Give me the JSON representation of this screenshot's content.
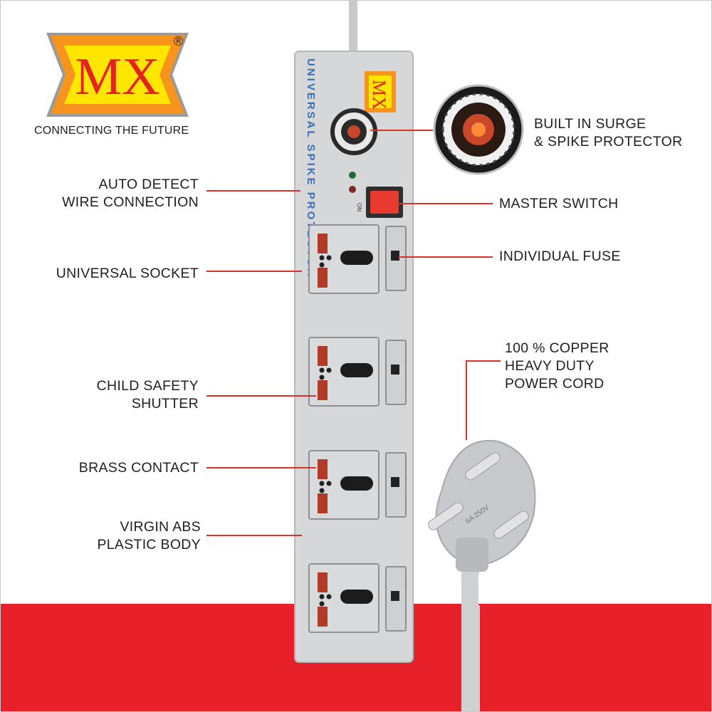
{
  "brand": {
    "logo_text": "MX",
    "registered_mark": "®",
    "tagline": "CONNECTING THE FUTURE"
  },
  "product_print": {
    "vertical_text": "UNIVERSAL SPIKE PROTECTOR",
    "switch_marking": "ON",
    "plug_marking": "6A 250V"
  },
  "callouts_left": {
    "auto_detect": [
      "AUTO DETECT",
      "WIRE CONNECTION"
    ],
    "universal_socket": "UNIVERSAL SOCKET",
    "child_safety": [
      "CHILD SAFETY",
      "SHUTTER"
    ],
    "brass_contact": "BRASS CONTACT",
    "virgin_abs": [
      "VIRGIN ABS",
      "PLASTIC BODY"
    ]
  },
  "callouts_right": {
    "surge": [
      "BUILT IN SURGE",
      "& SPIKE PROTECTOR"
    ],
    "master_switch": "MASTER SWITCH",
    "individual_fuse": "INDIVIDUAL FUSE",
    "copper_cord": [
      "100 % COPPER",
      "HEAVY DUTY",
      "POWER CORD"
    ]
  },
  "colors": {
    "accent_red": "#e8202a",
    "body_grey": "#d6d7d9",
    "socket_insert": "#b23a28",
    "line_red": "#d9322b"
  }
}
